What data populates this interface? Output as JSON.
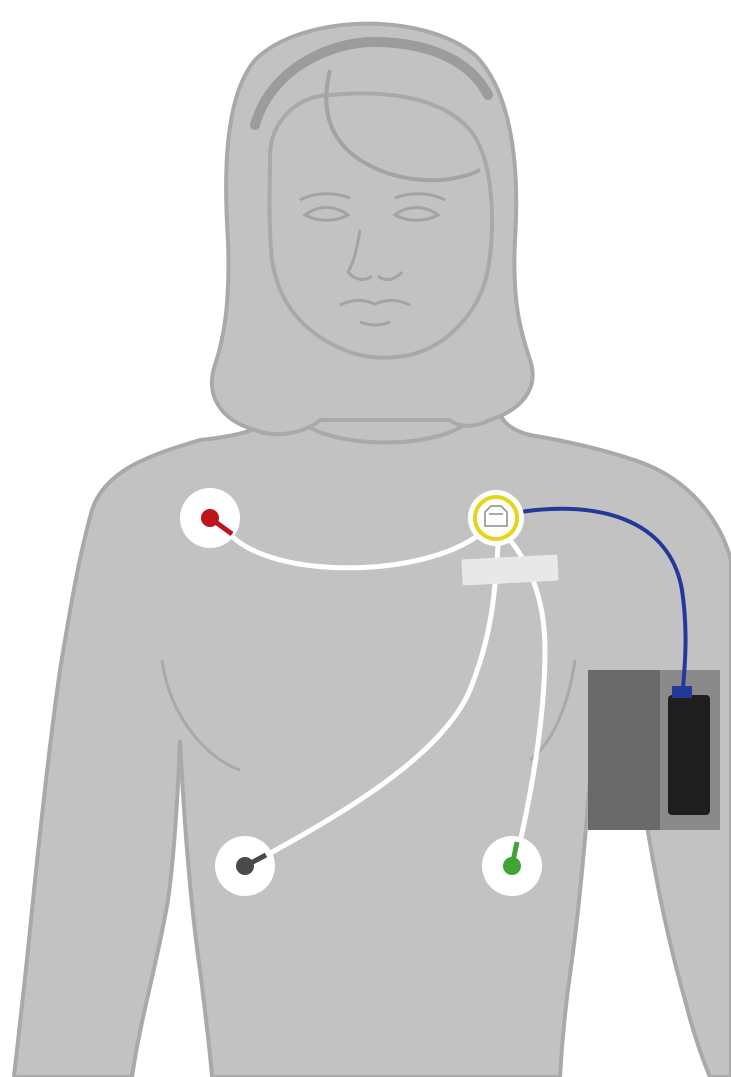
{
  "figure": {
    "subject": "female-torso-silhouette",
    "colors": {
      "body_fill": "#c2c2c2",
      "body_outline": "#a9a9a9",
      "face_lines": "#a3a3a3",
      "hair_shadow": "#9c9c9c",
      "background": "#ffffff"
    }
  },
  "electrodes": [
    {
      "id": "right-upper",
      "color": "#c0141c",
      "pad_color": "#ffffff"
    },
    {
      "id": "left-lower",
      "color": "#4a4a4a",
      "pad_color": "#ffffff"
    },
    {
      "id": "right-lower",
      "color": "#3fa435",
      "pad_color": "#ffffff"
    }
  ],
  "hub": {
    "id": "chest-hub",
    "ring_color": "#e6d51b",
    "pad_color": "#ffffff"
  },
  "leads": {
    "color": "#ffffff",
    "recorder_cable_color": "#23399a"
  },
  "tape": {
    "color": "#e8e8e8"
  },
  "recorder": {
    "device": "arm-worn-recorder",
    "cuff_color": "#6a6a6a",
    "cuff_side_color": "#8a8a8a",
    "screen_color": "#1e1e1e",
    "connector_color": "#23399a"
  }
}
